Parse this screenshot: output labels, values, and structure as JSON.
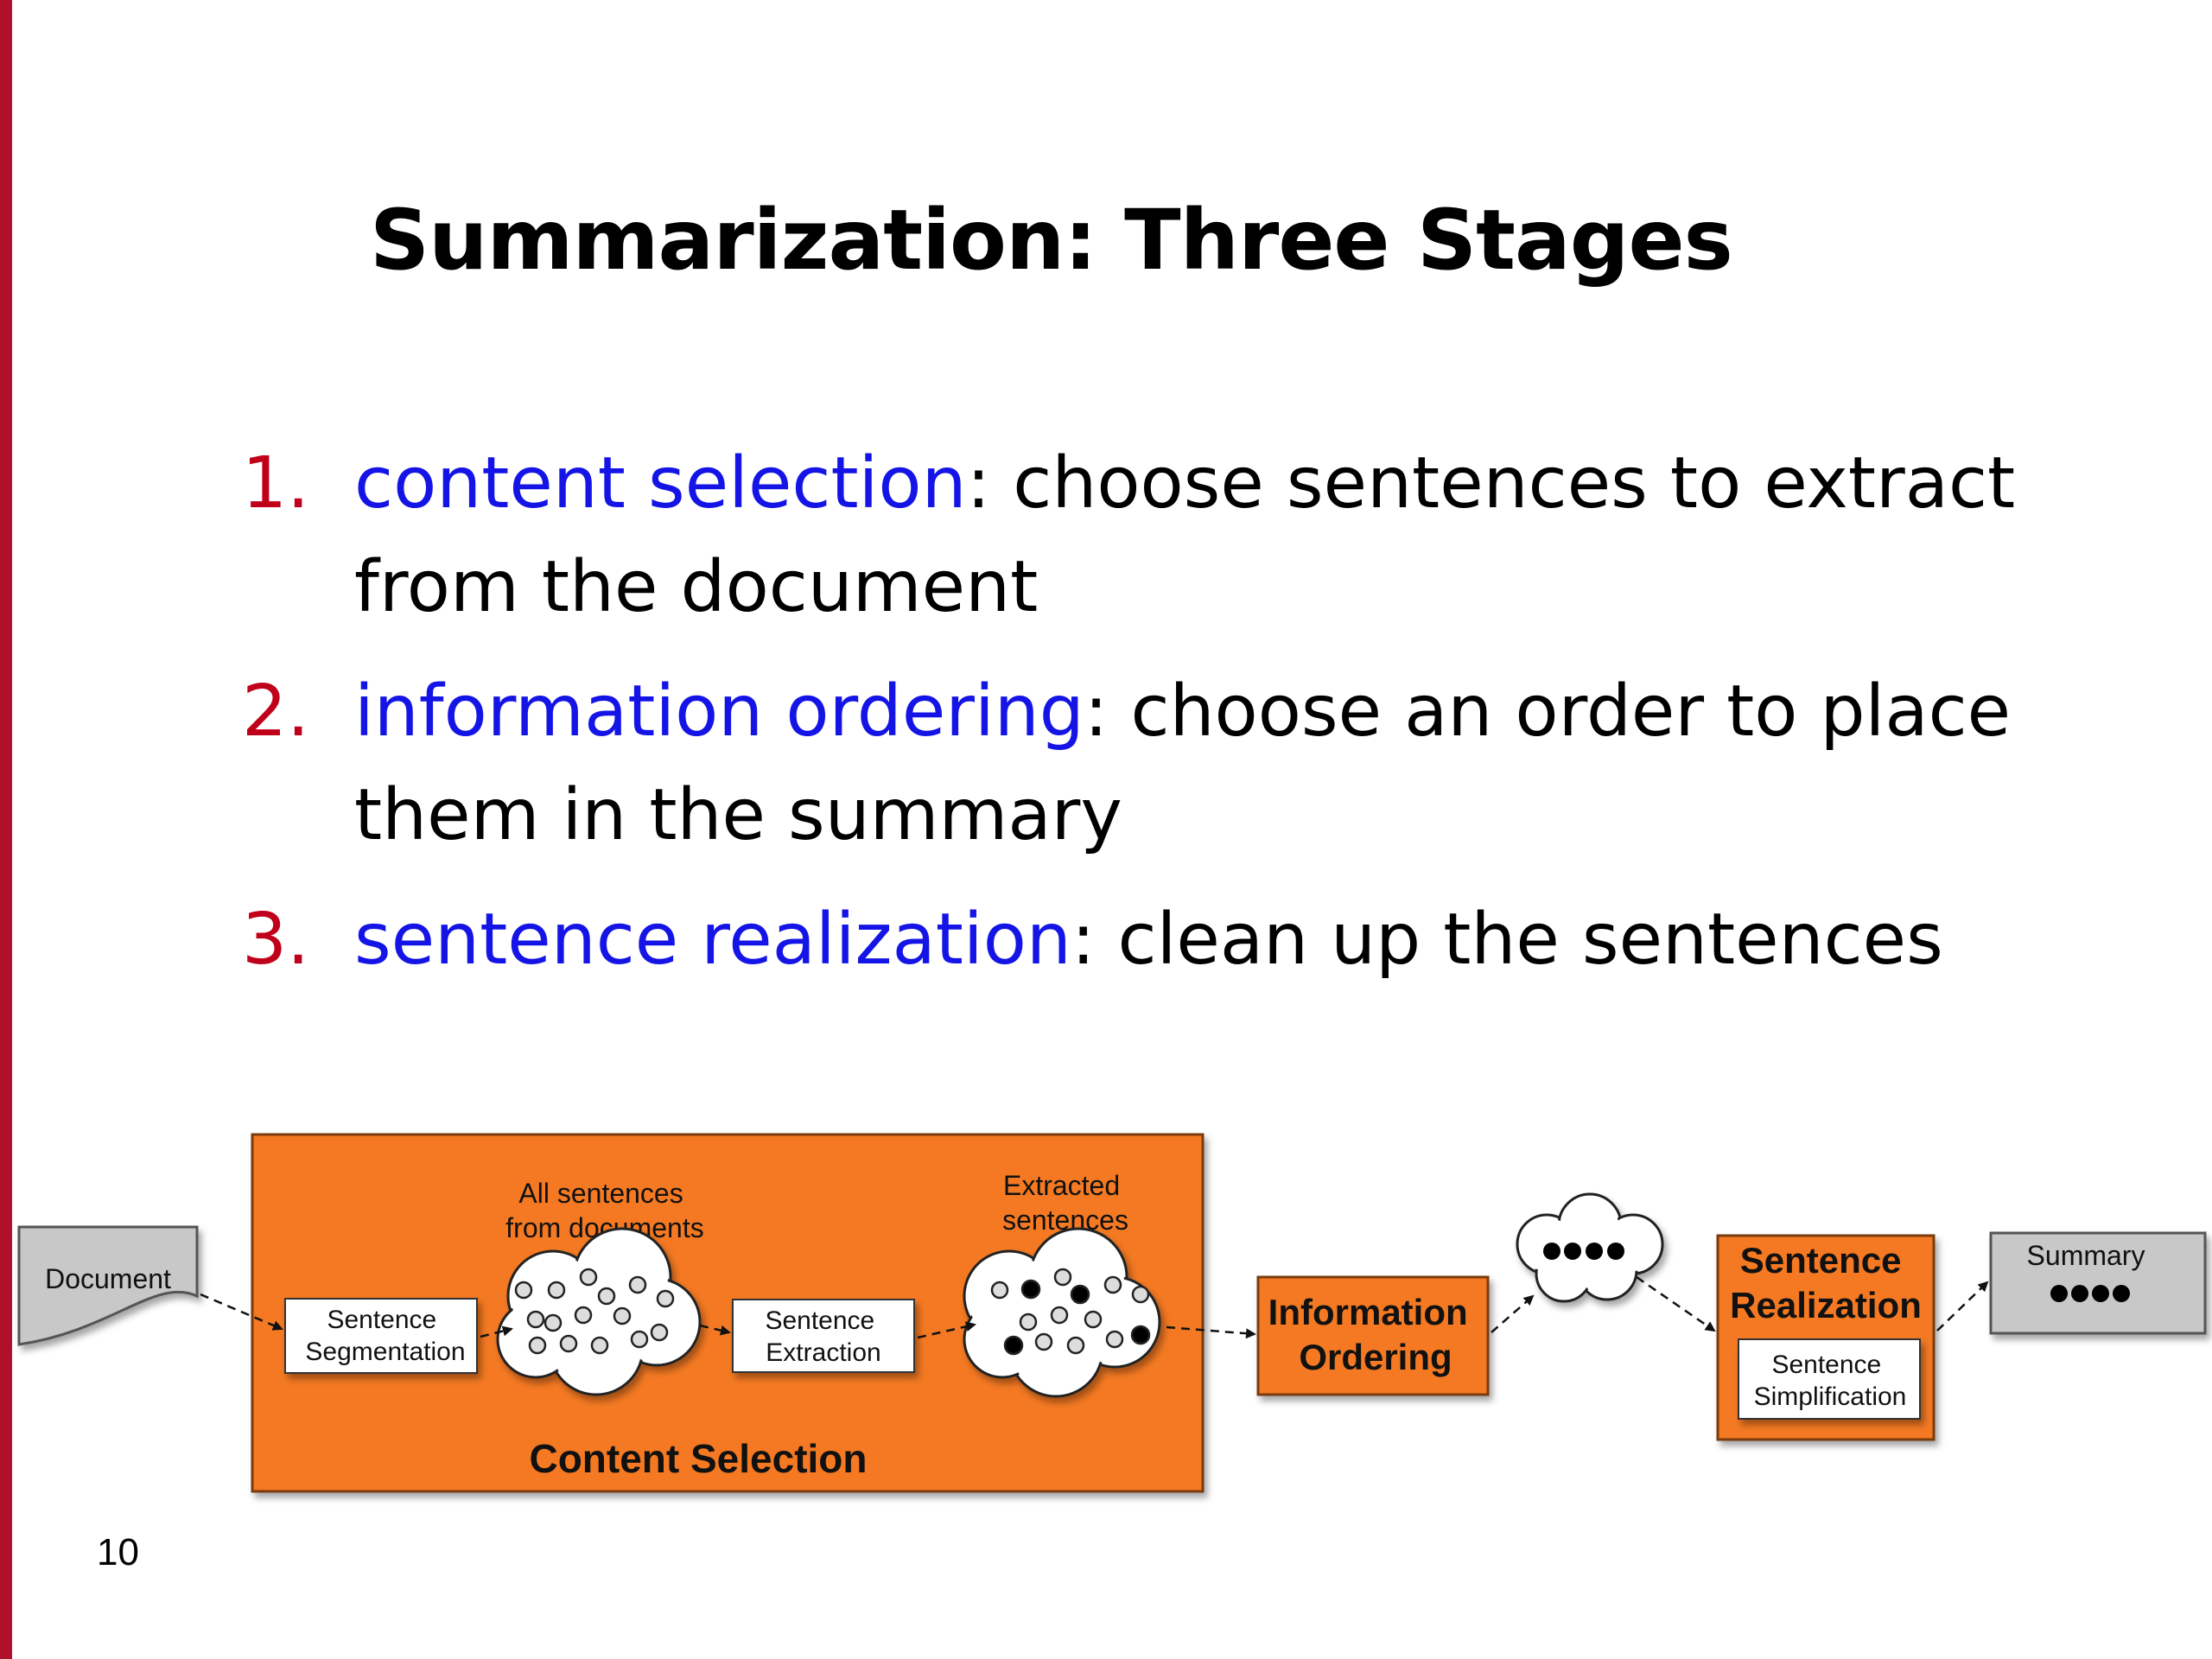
{
  "title": "Summarization: Three Stages",
  "bullets": [
    {
      "num": "1.",
      "term": "content selection",
      "rest": ": choose sentences to extract from the document"
    },
    {
      "num": "2.",
      "term": "information ordering",
      "rest": ": choose an order to place them in the summary"
    },
    {
      "num": "3.",
      "term": "sentence realization",
      "rest": ": clean up the sentences"
    }
  ],
  "diagram": {
    "document": "Document",
    "content_selection": "Content Selection",
    "sentence_segmentation": [
      "Sentence",
      "Segmentation"
    ],
    "all_sentences": [
      "All sentences",
      "from documents"
    ],
    "sentence_extraction": [
      "Sentence",
      "Extraction"
    ],
    "extracted_sentences": [
      "Extracted",
      "sentences"
    ],
    "information_ordering": [
      "Information",
      "Ordering"
    ],
    "sentence_realization": [
      "Sentence",
      "Realization"
    ],
    "sentence_simplification": [
      "Sentence",
      "Simplification"
    ],
    "summary": "Summary"
  },
  "colors": {
    "accent_bar": "#b0102a",
    "number": "#c0001a",
    "term": "#1414e6",
    "stage_fill": "#f47920",
    "grey_box": "#c8c8c8"
  },
  "page_number": "10"
}
